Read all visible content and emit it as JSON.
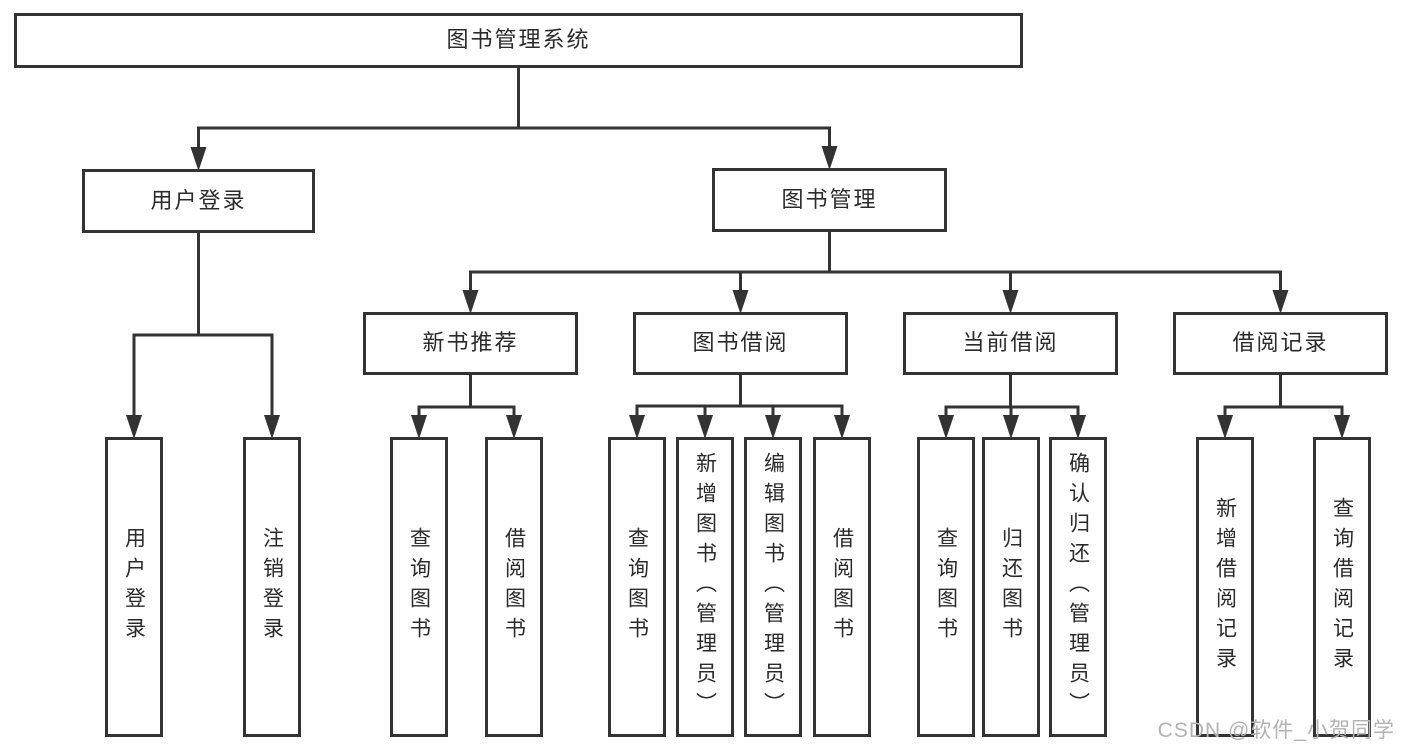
{
  "colors": {
    "line": "#333333",
    "box_border": "#333333",
    "box_background": "#ffffff",
    "text": "#2b2b2b",
    "watermark": "#b3b3b3",
    "page_background": "#ffffff"
  },
  "watermark": {
    "text": "CSDN @软件_小贺同学"
  },
  "diagram": {
    "type": "hierarchy-tree",
    "root": {
      "id": "root",
      "label": "图书管理系统",
      "children": [
        {
          "id": "user-login",
          "label": "用户登录",
          "children": [
            {
              "id": "user-login-leaf",
              "label": "用户登录"
            },
            {
              "id": "logout-leaf",
              "label": "注销登录"
            }
          ]
        },
        {
          "id": "book-management",
          "label": "图书管理",
          "children": [
            {
              "id": "new-book-recommend",
              "label": "新书推荐",
              "children": [
                {
                  "id": "nb-query-book",
                  "label": "查询图书"
                },
                {
                  "id": "nb-borrow-book",
                  "label": "借阅图书"
                }
              ]
            },
            {
              "id": "book-borrow",
              "label": "图书借阅",
              "children": [
                {
                  "id": "bb-query-book",
                  "label": "查询图书"
                },
                {
                  "id": "bb-add-book",
                  "label": "新增图书（管理员）"
                },
                {
                  "id": "bb-edit-book",
                  "label": "编辑图书（管理员）"
                },
                {
                  "id": "bb-borrow-book",
                  "label": "借阅图书"
                }
              ]
            },
            {
              "id": "current-borrow",
              "label": "当前借阅",
              "children": [
                {
                  "id": "cb-query-book",
                  "label": "查询图书"
                },
                {
                  "id": "cb-return-book",
                  "label": "归还图书"
                },
                {
                  "id": "cb-confirm-return",
                  "label": "确认归还（管理员）"
                }
              ]
            },
            {
              "id": "borrow-records",
              "label": "借阅记录",
              "children": [
                {
                  "id": "br-add-record",
                  "label": "新增借阅记录"
                },
                {
                  "id": "br-query-record",
                  "label": "查询借阅记录"
                }
              ]
            }
          ]
        }
      ]
    }
  }
}
